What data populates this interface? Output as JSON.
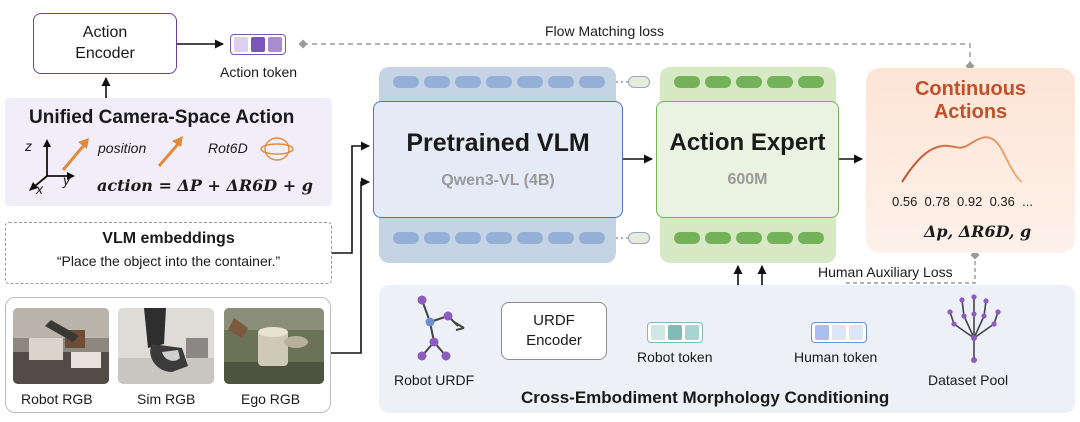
{
  "action_encoder": {
    "line1": "Action",
    "line2": "Encoder"
  },
  "action_token": {
    "label": "Action token",
    "colors": [
      "#ddd0ee",
      "#7c55b8",
      "#a98cd3"
    ]
  },
  "flow_matching_loss": "Flow Matching loss",
  "unified_action": {
    "title": "Unified Camera-Space Action",
    "axis_z": "z",
    "axis_x": "x",
    "axis_y": "y",
    "position_label": "position",
    "rot_label": "Rot6D",
    "formula": "action = ΔP + ΔR6D + g"
  },
  "vlm_embeddings": {
    "title": "VLM embeddings",
    "prompt": "“Place the object into the container.”"
  },
  "images": [
    {
      "label": "Robot RGB"
    },
    {
      "label": "Sim RGB"
    },
    {
      "label": "Ego RGB"
    }
  ],
  "vlm": {
    "title": "Pretrained VLM",
    "subtitle": "Qwen3-VL (4B)"
  },
  "action_expert": {
    "title": "Action Expert",
    "subtitle": "600M"
  },
  "continuous_actions": {
    "line1": "Continuous",
    "line2": "Actions",
    "values": "0.56  0.78  0.92  0.36  ...",
    "formula": "Δp, ΔR6D, g"
  },
  "human_aux_loss": "Human Auxiliary Loss",
  "cross_embodiment": {
    "title": "Cross-Embodiment Morphology Conditioning",
    "robot_urdf": "Robot URDF",
    "urdf_encoder_line1": "URDF",
    "urdf_encoder_line2": "Encoder",
    "robot_token": "Robot token",
    "human_token": "Human token",
    "dataset_pool": "Dataset Pool",
    "robot_token_colors": [
      "#cde8e5",
      "#7fbcb5",
      "#a3d6d0"
    ],
    "human_token_colors": [
      "#a9bff0",
      "#dce6fb",
      "#dce6fb"
    ]
  },
  "colors": {
    "purple": "#6b3f93",
    "vlm_blue": "#4f72c2",
    "expert_green": "#74b25a",
    "continuous_title": "#c0502a",
    "curve": "#d27a4a"
  }
}
